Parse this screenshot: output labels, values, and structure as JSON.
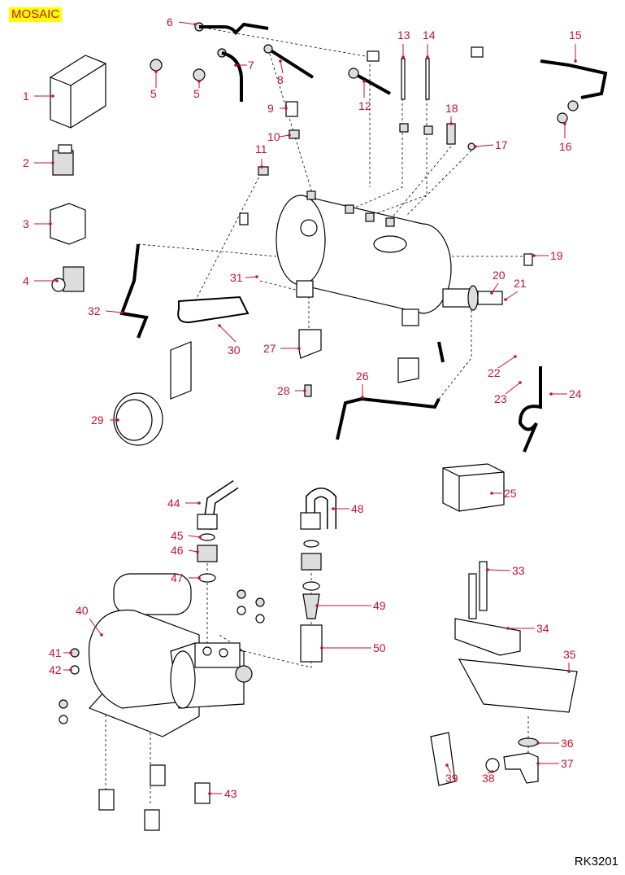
{
  "header": {
    "title": "MOSAIC"
  },
  "footer": {
    "code": "RK3201"
  },
  "colors": {
    "callout": "#c8102e",
    "title_bg": "#ffff00"
  },
  "callouts": [
    "1",
    "2",
    "3",
    "4",
    "5",
    "5",
    "6",
    "7",
    "8",
    "9",
    "10",
    "11",
    "12",
    "13",
    "14",
    "15",
    "16",
    "17",
    "18",
    "19",
    "20",
    "21",
    "22",
    "23",
    "24",
    "25",
    "26",
    "27",
    "28",
    "29",
    "30",
    "31",
    "32",
    "33",
    "34",
    "35",
    "36",
    "37",
    "38",
    "39",
    "40",
    "41",
    "42",
    "43",
    "44",
    "45",
    "46",
    "47",
    "48",
    "49",
    "50"
  ]
}
